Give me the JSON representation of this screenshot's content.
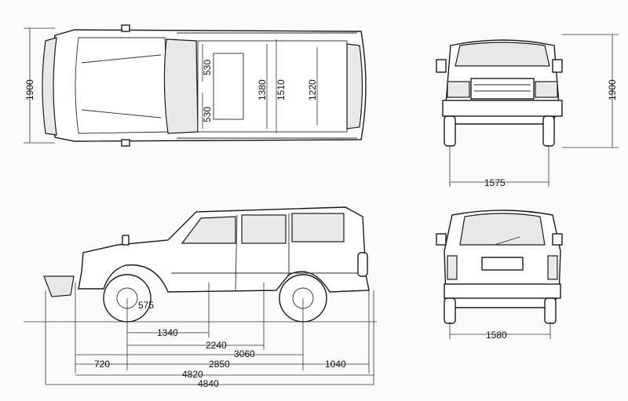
{
  "top_view": {
    "overall_width": "1900",
    "seat_gap_front": "530",
    "seat_gap_rear": "530",
    "inner_width_1": "1380",
    "inner_width_2": "1510",
    "inner_width_3": "1220"
  },
  "front_view": {
    "height": "1900",
    "front_track": "1575"
  },
  "rear_view": {
    "rear_track": "1580"
  },
  "side_view": {
    "ground_clearance": "575",
    "dim_1340": "1340",
    "dim_2240": "2240",
    "dim_3060": "3060",
    "front_overhang": "720",
    "wheelbase": "2850",
    "rear_overhang": "1040",
    "length_body": "4820",
    "length_overall": "4840"
  }
}
